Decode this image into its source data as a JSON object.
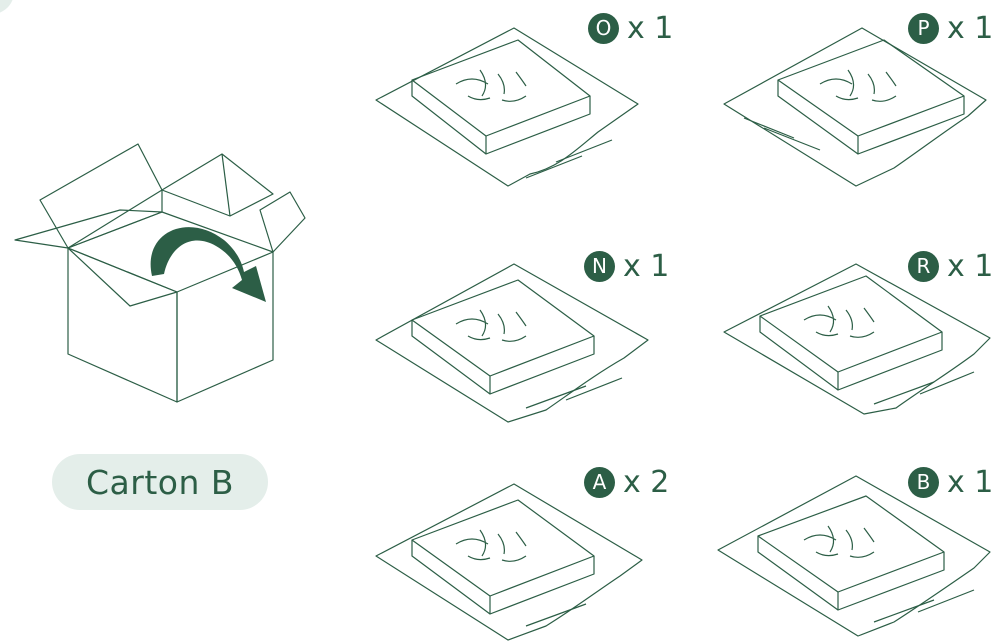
{
  "carton": {
    "label": "Carton B"
  },
  "items": [
    {
      "letter": "O",
      "quantity": "x 1"
    },
    {
      "letter": "P",
      "quantity": "x 1"
    },
    {
      "letter": "N",
      "quantity": "x 1"
    },
    {
      "letter": "R",
      "quantity": "x 1"
    },
    {
      "letter": "A",
      "quantity": "x 2"
    },
    {
      "letter": "B",
      "quantity": "x 1"
    }
  ],
  "colors": {
    "accent": "#2c5e46",
    "pill_bg": "#e4eeea",
    "line": "#2c5e46"
  }
}
